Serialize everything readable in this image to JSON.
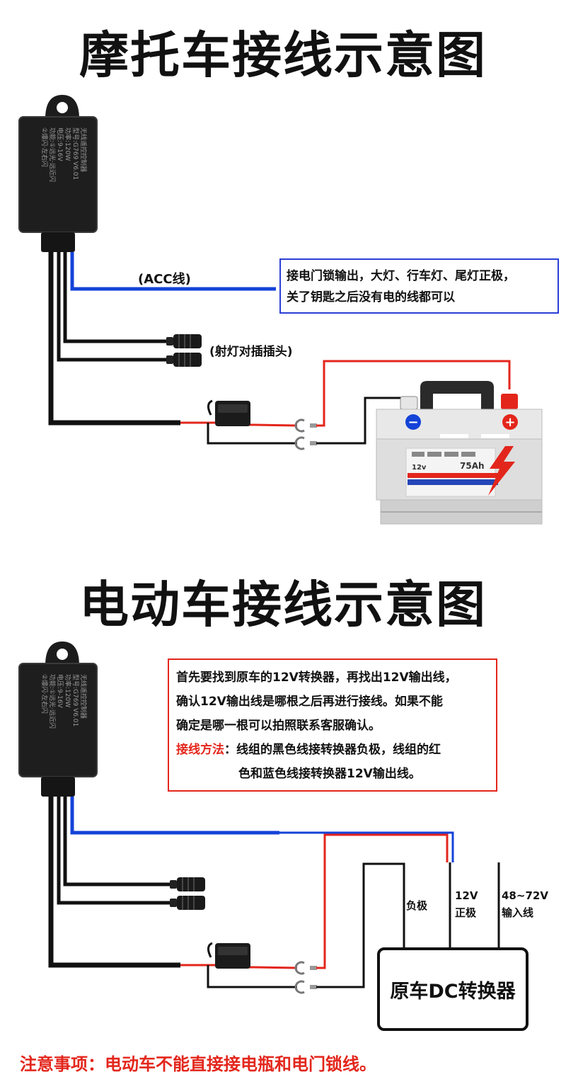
{
  "section1": {
    "title": "摩托车接线示意图",
    "module_text": [
      "无线遥控控制器",
      "型号:G769 V6.01",
      "功率:120W",
      "电压:9-16V",
      "功能:①远光·远近闪",
      "②爆闪·左右闪"
    ],
    "acc_label": "(ACC线)",
    "spotlight_plug_label": "(射灯对插插头)",
    "note_lines": [
      "接电门锁输出，大灯、行车灯、尾灯正极，",
      "关了钥匙之后没有电的线都可以"
    ],
    "battery": {
      "voltage": "12v",
      "capacity": "75Ah",
      "minus": "−",
      "plus": "+"
    }
  },
  "section2": {
    "title": "电动车接线示意图",
    "note_lines": [
      "首先要找到原车的12V转换器，再找出12V输出线，",
      "确认12V输出线是哪根之后再进行接线。如果不能",
      "确定是哪一根可以拍照联系客服确认。"
    ],
    "method_label": "接线方法",
    "method_line1": "：线组的黑色线接转换器负极，线组的红",
    "method_line2": "色和蓝色线接转换器12V输出线。",
    "label_negative": "负极",
    "label_12v": "12V",
    "label_positive": "正极",
    "label_input_v": "48~72V",
    "label_input": "输入线",
    "converter_label": "原车DC转换器"
  },
  "footer": {
    "warning": "注意事项：电动车不能直接接电瓶和电门锁线。"
  },
  "colors": {
    "red": "#e3261c",
    "blue": "#1443d8",
    "note_blue_border": "#2b3fd6",
    "note_red_border": "#e3261c",
    "black": "#111111"
  }
}
